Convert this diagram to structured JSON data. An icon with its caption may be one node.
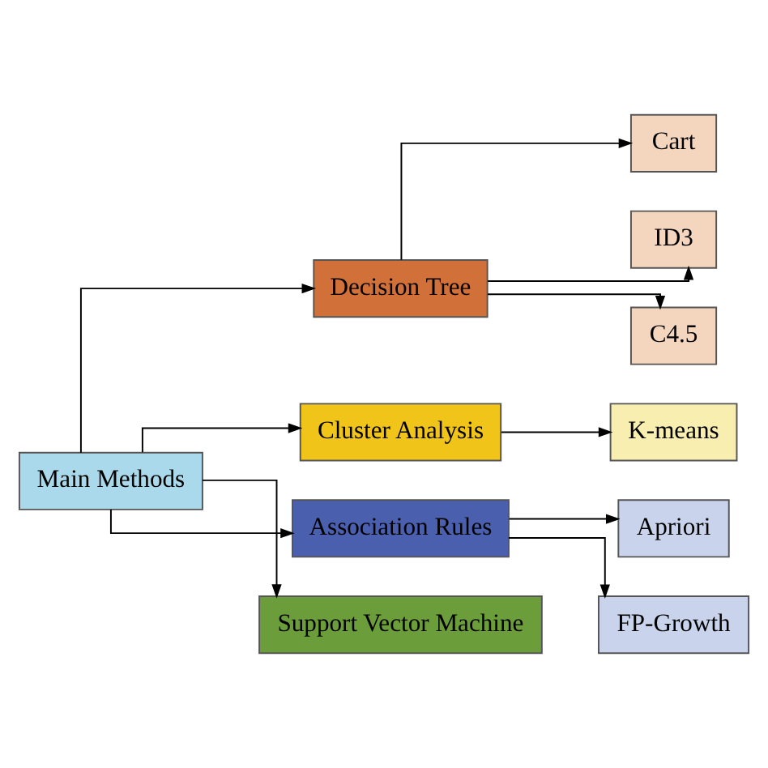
{
  "diagram": {
    "nodes": [
      {
        "text": [
          "Main Methods"
        ]
      },
      {
        "text": [
          "Decision Tree"
        ]
      },
      {
        "text": [
          "Cluster Analysis"
        ]
      },
      {
        "text": [
          "Association Rules"
        ]
      },
      {
        "text": [
          "Support Vector Machine"
        ]
      },
      {
        "text": [
          "Cart"
        ]
      },
      {
        "text": [
          "ID3"
        ]
      },
      {
        "text": [
          "C4.5"
        ]
      },
      {
        "text": [
          "K-means"
        ]
      },
      {
        "text": [
          "Apriori"
        ]
      },
      {
        "text": [
          "FP-Growth"
        ]
      }
    ],
    "edges": [
      {
        "from": 0,
        "to": 1,
        "arrow": "to"
      },
      {
        "from": 0,
        "to": 2,
        "arrow": "to"
      },
      {
        "from": 0,
        "to": 3,
        "arrow": "to"
      },
      {
        "from": 0,
        "to": 4,
        "arrow": "to"
      },
      {
        "from": 1,
        "to": 5,
        "arrow": "to"
      },
      {
        "from": 1,
        "to": 6,
        "arrow": "to"
      },
      {
        "from": 1,
        "to": 7,
        "arrow": "to"
      },
      {
        "from": 2,
        "to": 8,
        "arrow": "to"
      },
      {
        "from": 3,
        "to": 9,
        "arrow": "to"
      },
      {
        "from": 3,
        "to": 10,
        "arrow": "to"
      }
    ]
  }
}
